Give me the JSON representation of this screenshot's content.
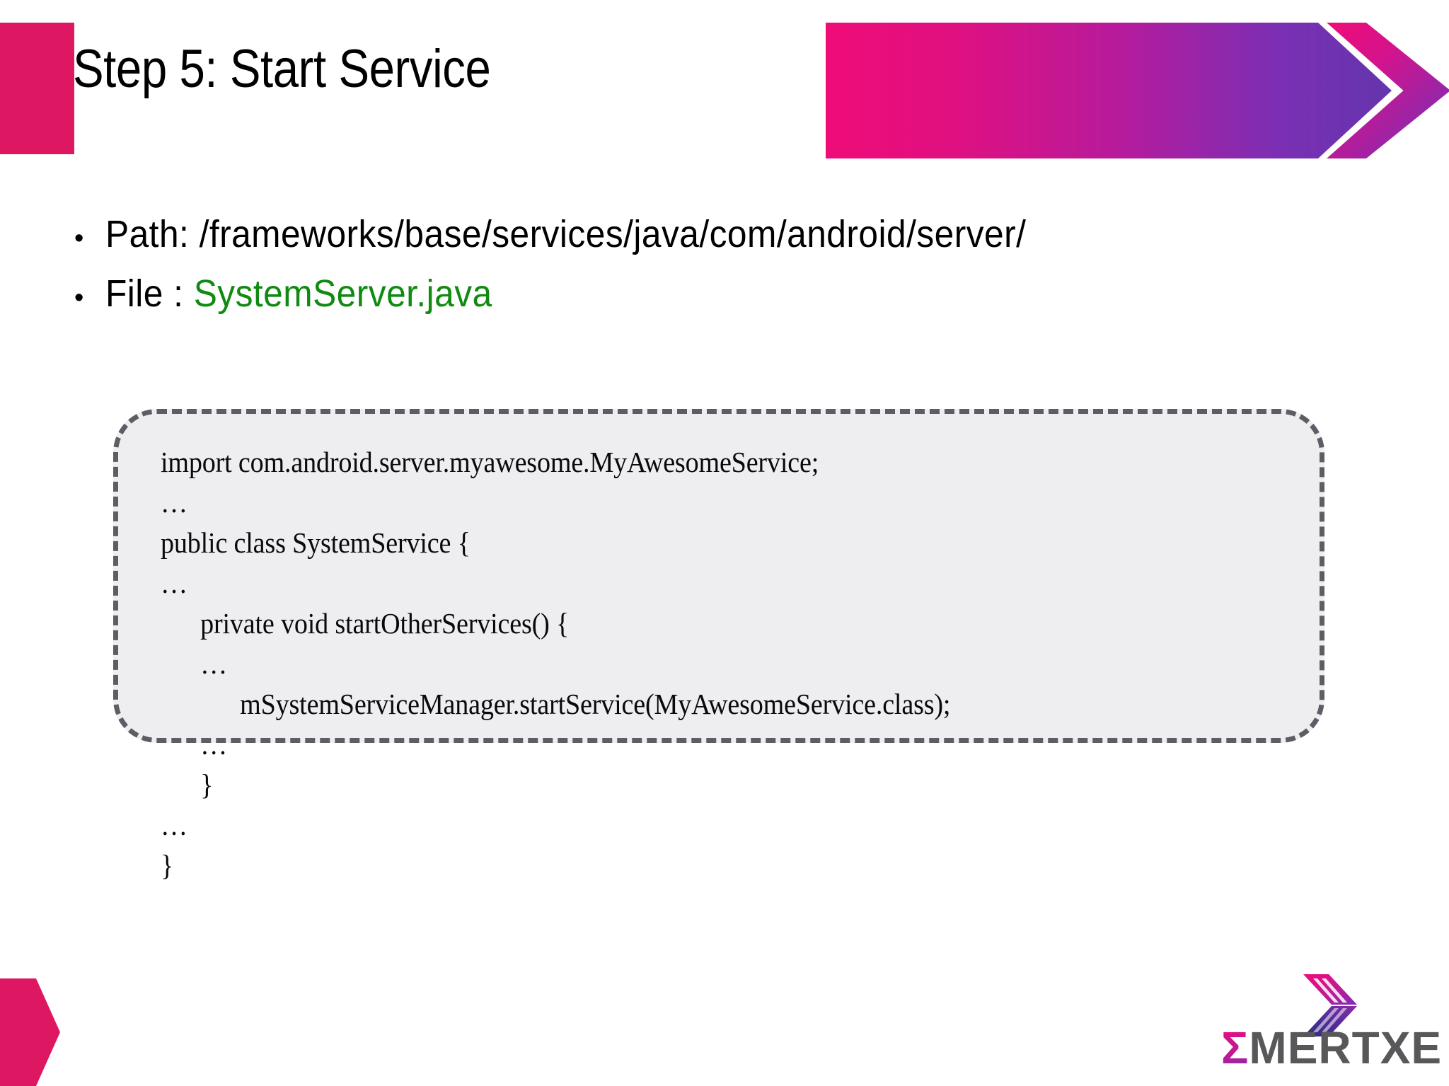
{
  "slide": {
    "title": "Step 5: Start Service",
    "bullets": [
      {
        "marker": "•",
        "label": "Path:  /frameworks/base/services/java/com/android/server/",
        "value": "",
        "value_color": ""
      },
      {
        "marker": "•",
        "label": "File : ",
        "value": "SystemServer.java",
        "value_color": "#108a10"
      }
    ],
    "code_block": {
      "lines": [
        "import com.android.server.myawesome.MyAwesomeService;",
        "…",
        "public class SystemService {",
        "…",
        "      private void startOtherServices() {",
        "      …",
        "            mSystemServiceManager.startService(MyAwesomeService.class);",
        "      …",
        "      }",
        "…",
        "}"
      ],
      "background": "#eeedf0",
      "border_color": "#5d5d66"
    },
    "footer": {
      "logo_sigma": "Σ",
      "logo_name": "MERTXE"
    },
    "theme": {
      "accent_pink": "#de1762",
      "gradient_start": "#ef0c78",
      "gradient_end": "#6435ad",
      "code_green": "#108a10"
    }
  }
}
